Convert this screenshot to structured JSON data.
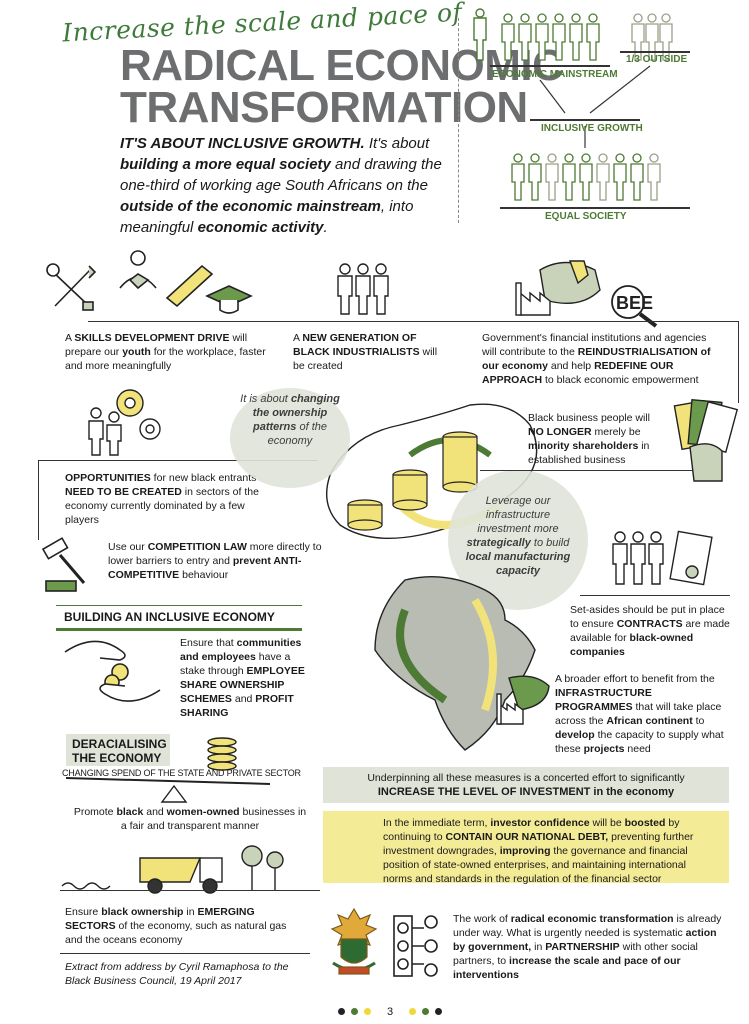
{
  "header": {
    "script_title": "Increase the scale and pace of",
    "title_line1": "RADICAL ECONOMIC",
    "title_line2": "TRANSFORMATION",
    "intro": {
      "p1": "IT'S ABOUT INCLUSIVE GROWTH.",
      "p2": " It's about ",
      "p3": "building a more equal society",
      "p4": " and drawing the one-third of working age South Africans on the ",
      "p5": "outside of the economic mainstream",
      "p6": ", into meaningful ",
      "p7": "economic activity",
      "p8": "."
    }
  },
  "diagram": {
    "economic_mainstream": "ECONOMIC MAINSTREAM",
    "one_third_outside": "1/3 OUTSIDE",
    "inclusive_growth": "INCLUSIVE GROWTH",
    "equal_society": "EQUAL SOCIETY"
  },
  "row1": {
    "skills": {
      "b1": "A ",
      "b2": "SKILLS DEVELOPMENT DRIVE",
      "b3": " will prepare our ",
      "b4": "youth",
      "b5": " for the workplace, faster and more meaningfully"
    },
    "industrialists": {
      "b1": "A ",
      "b2": "NEW GENERATION OF BLACK INDUSTRIALISTS",
      "b3": " will be created"
    },
    "reindustrial": {
      "b1": "Government's financial institutions and agencies will contribute to the ",
      "b2": "REINDUSTRIALISATION of our economy",
      "b3": " and help ",
      "b4": "REDEFINE OUR APPROACH",
      "b5": " to black economic empowerment"
    }
  },
  "center": {
    "ownership": {
      "a": "It is about ",
      "b": "changing the ownership patterns",
      "c": " of the economy"
    },
    "leverage": {
      "a": "Leverage our infrastructure investment more ",
      "b": "strategically",
      "c": " to build ",
      "d": "local manufacturing capacity"
    }
  },
  "right": {
    "minority": {
      "a": "Black business people will ",
      "b": "NO LONGER",
      "c": " merely be ",
      "d": "minority shareholders",
      "e": " in established business"
    },
    "setasides": {
      "a": "Set-asides should be put in place to ensure ",
      "b": "CONTRACTS",
      "c": " are made available for ",
      "d": "black-owned companies"
    },
    "infrastructure": {
      "a": "A broader effort to benefit from the ",
      "b": "INFRASTRUCTURE PROGRAMMES",
      "c": " that will take place across the ",
      "d": "African continent",
      "e": " to ",
      "f": "develop",
      "g": " the capacity to supply what these ",
      "h": "projects",
      "i": " need"
    }
  },
  "left": {
    "opportunities": {
      "a": "OPPORTUNITIES",
      "b": " for new black entrants ",
      "c": "NEED TO BE CREATED",
      "d": " in sectors of the economy currently dominated by a few players"
    },
    "competition": {
      "a": "Use our ",
      "b": "COMPETITION LAW",
      "c": " more directly to lower barriers to entry and ",
      "d": "prevent ANTI-COMPETITIVE",
      "e": " behaviour"
    },
    "building_heading": "BUILDING AN INCLUSIVE ECONOMY",
    "ownership_schemes": {
      "a": "Ensure that ",
      "b": "communities and employees",
      "c": " have a stake through ",
      "d": "EMPLOYEE SHARE OWNERSHIP SCHEMES",
      "e": " and ",
      "f": "PROFIT SHARING"
    },
    "deracialising_1": "DERACIALISING",
    "deracialising_2": "THE ECONOMY",
    "changing_spend": "CHANGING SPEND OF THE STATE AND PRIVATE SECTOR",
    "promote": {
      "a": "Promote ",
      "b": "black",
      "c": " and ",
      "d": "women-owned",
      "e": " businesses in a fair and transparent manner"
    },
    "emerging": {
      "a": "Ensure ",
      "b": "black ownership",
      "c": " in ",
      "d": "EMERGING SECTORS",
      "e": " of the economy, such as natural gas and the oceans economy"
    },
    "extract": "Extract from address by Cyril Ramaphosa to the Black Business Council, 19 April 2017"
  },
  "bottom": {
    "underpinning_1": "Underpinning all these measures is a concerted effort to significantly",
    "underpinning_2": "INCREASE THE LEVEL OF INVESTMENT in the economy",
    "yellow": {
      "a": "In the immediate term, ",
      "b": "investor confidence",
      "c": " will be ",
      "d": "boosted",
      "e": " by continuing to ",
      "f": "CONTAIN OUR NATIONAL DEBT,",
      "g": " preventing further investment downgrades, ",
      "h": "improving",
      "i": " the governance and financial position of state-owned enterprises, and maintaining international norms and standards in the regulation of the financial sector"
    },
    "work": {
      "a": "The work of ",
      "b": "radical economic transformation",
      "c": " is already under way. What is urgently needed is systematic ",
      "d": "action by government,",
      "e": " in ",
      "f": "PARTNERSHIP",
      "g": " with other social partners, to ",
      "h": "increase the scale and pace of our interventions"
    },
    "bee_label": "BEE",
    "page_number": "3"
  },
  "colors": {
    "green": "#4d7a34",
    "yellow": "#f4eb96",
    "grey": "#dfe3d8",
    "title_grey": "#6d6e70"
  }
}
